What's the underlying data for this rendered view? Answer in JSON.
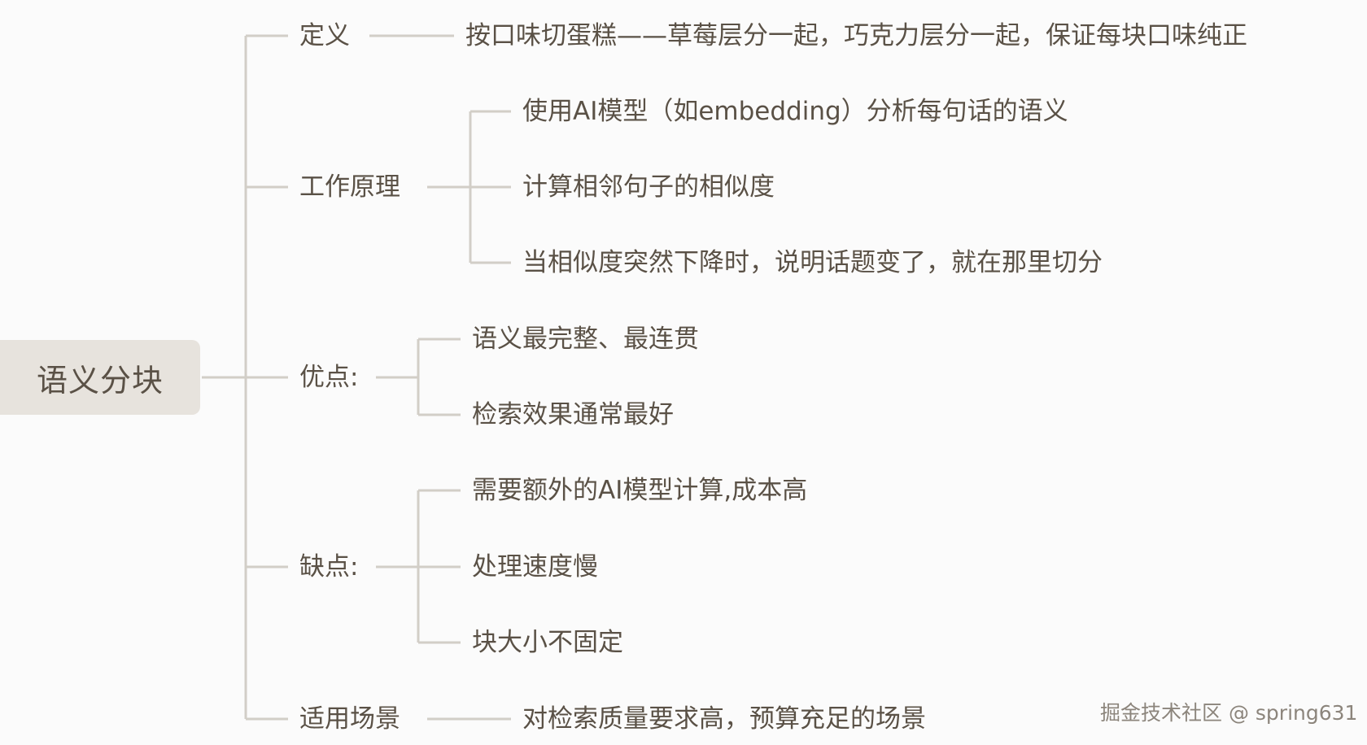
{
  "root": {
    "label": "语义分块"
  },
  "branches": [
    {
      "label": "定义",
      "children": [
        "按口味切蛋糕——草莓层分一起，巧克力层分一起，保证每块口味纯正"
      ]
    },
    {
      "label": "工作原理",
      "children": [
        "使用AI模型（如embedding）分析每句话的语义",
        "计算相邻句子的相似度",
        "当相似度突然下降时，说明话题变了，就在那里切分"
      ]
    },
    {
      "label": "优点:",
      "children": [
        "语义最完整、最连贯",
        "检索效果通常最好"
      ]
    },
    {
      "label": "缺点:",
      "children": [
        "需要额外的AI模型计算,成本高",
        "处理速度慢",
        "块大小不固定"
      ]
    },
    {
      "label": "适用场景",
      "children": [
        "对检索质量要求高，预算充足的场景"
      ]
    }
  ],
  "watermark": "掘金技术社区 @ spring631"
}
